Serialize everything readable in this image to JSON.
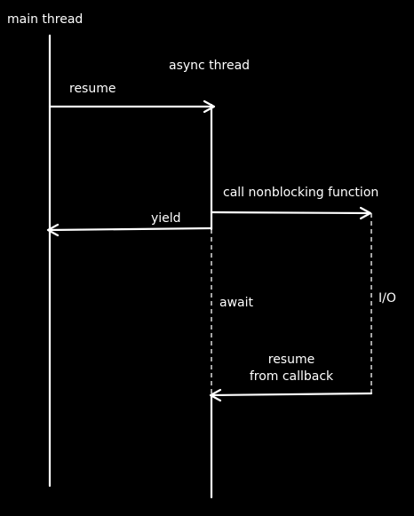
{
  "lifelines": {
    "main_thread": "main thread",
    "async_thread": "async thread"
  },
  "messages": {
    "resume": "resume",
    "yield": "yield",
    "call_nonblocking": "call nonblocking function",
    "resume_from_callback_line1": "resume",
    "resume_from_callback_line2": "from callback"
  },
  "states": {
    "await": "await",
    "io": "I/O"
  },
  "colors": {
    "background": "#000000",
    "foreground": "#ffffff"
  }
}
